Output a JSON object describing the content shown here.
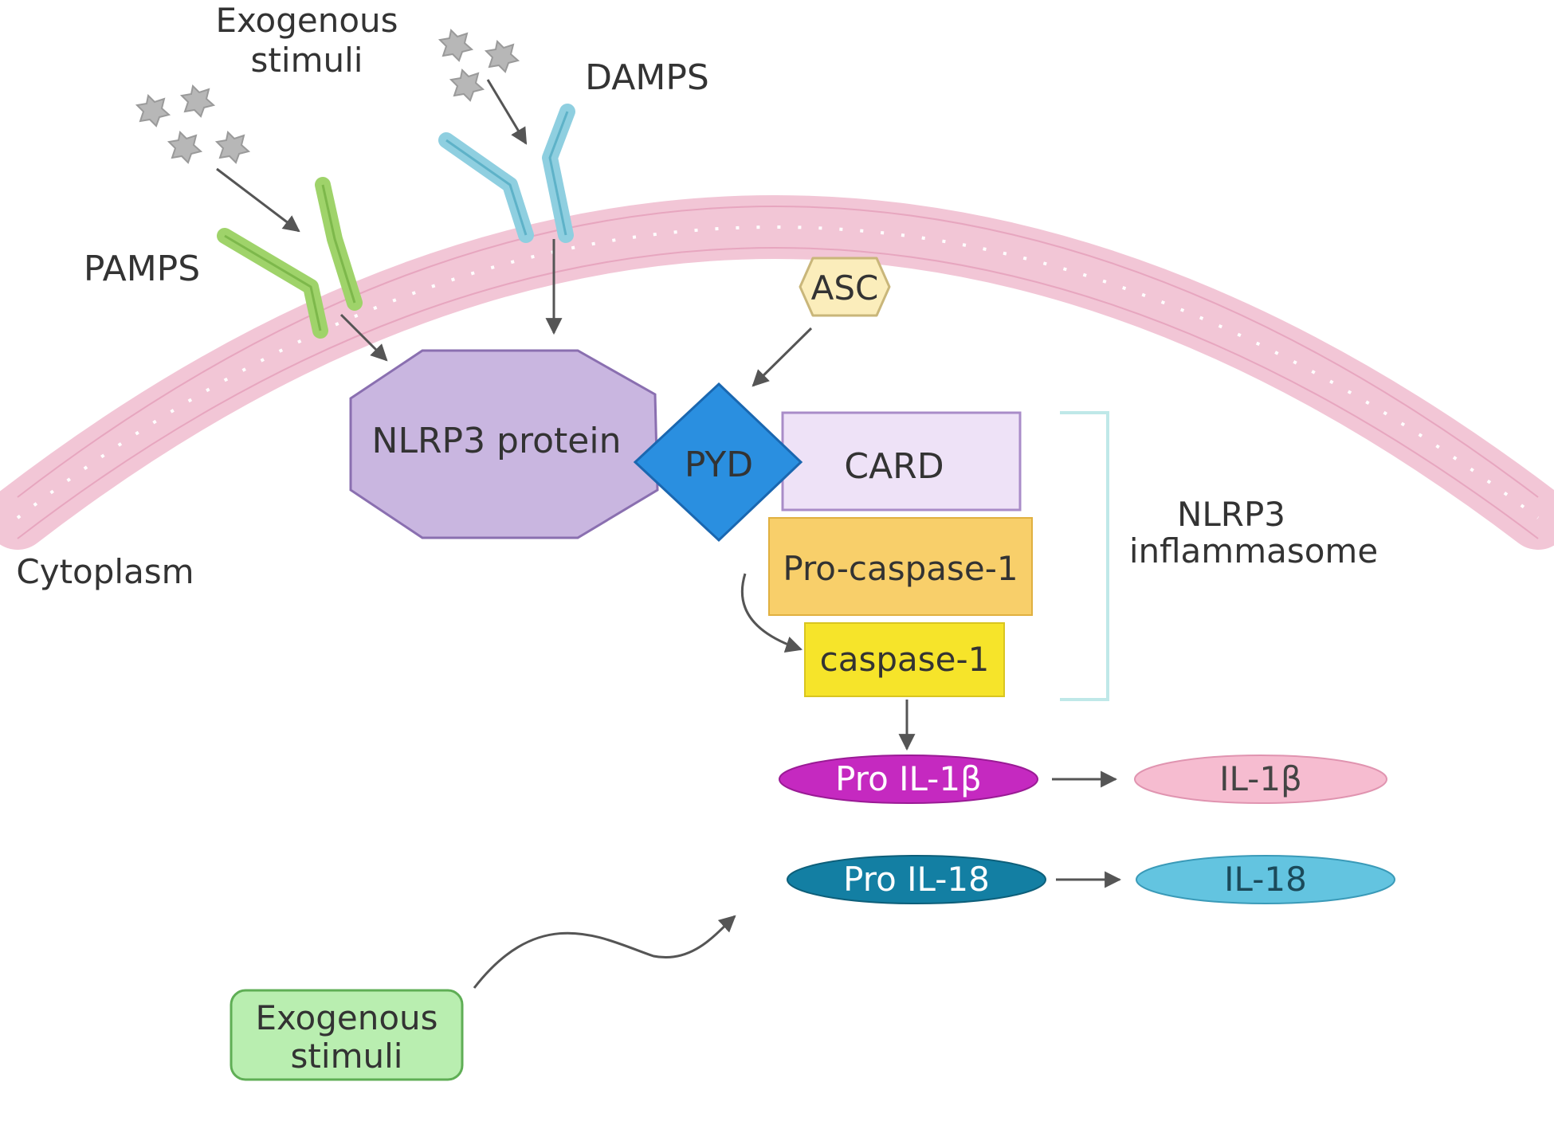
{
  "labels": {
    "exogenous_top_line1": "Exogenous",
    "exogenous_top_line2": "stimuli",
    "damps": "DAMPS",
    "pamps": "PAMPS",
    "cytoplasm": "Cytoplasm",
    "asc": "ASC",
    "nlrp3_protein": "NLRP3 protein",
    "pyd": "PYD",
    "card": "CARD",
    "pro_caspase": "Pro-caspase-1",
    "caspase": "caspase-1",
    "inflammasome_line1": "NLRP3",
    "inflammasome_line2": "inflammasome",
    "pro_il1b": "Pro IL-1β",
    "il1b": "IL-1β",
    "pro_il18": "Pro IL-18",
    "il18": "IL-18",
    "exogenous_bottom_line1": "Exogenous",
    "exogenous_bottom_line2": "stimuli"
  },
  "colors": {
    "membrane": "#f2c6d6",
    "pamps_receptor": "#9fd36a",
    "damps_receptor": "#8fcfe0",
    "nlrp3_fill": "#c9b6e0",
    "pyd_fill": "#2a8fe0",
    "card_fill": "#eee2f7",
    "pro_caspase_fill": "#f8cf6a",
    "caspase_fill": "#f6e42a",
    "asc_fill": "#fbedbb",
    "pro_il1b_fill": "#c529c0",
    "il1b_fill": "#f6bcd0",
    "pro_il18_fill": "#137fa3",
    "il18_fill": "#63c4e0",
    "exogenous_box_fill": "#b9eeb0",
    "arrow": "#555555"
  }
}
